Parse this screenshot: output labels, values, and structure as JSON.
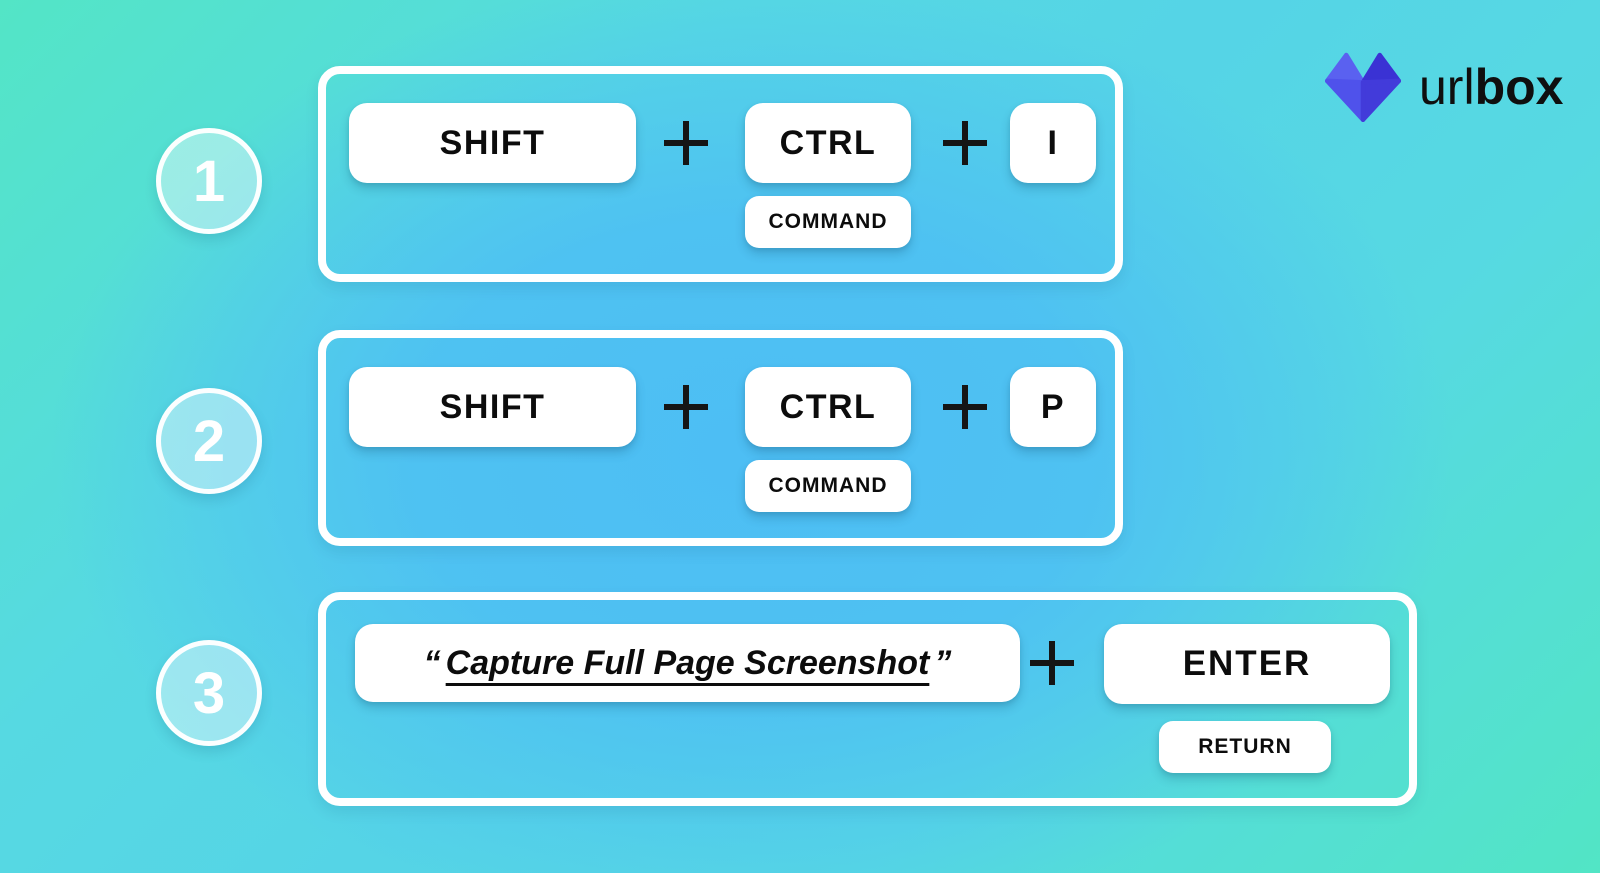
{
  "background": {
    "mint": "#53e5c6",
    "cyan": "#56d9e2",
    "blue": "#4dbef4"
  },
  "logo": {
    "text_light": "url",
    "text_bold": "box",
    "mark_colors": {
      "top_left": "#5a61f0",
      "top_right": "#3a32d4",
      "bottom_left": "#4f52eb",
      "bottom_right": "#423bda"
    }
  },
  "steps": [
    {
      "number": "1",
      "primary_key": "SHIFT",
      "secondary_key": "CTRL",
      "secondary_alt_key": "COMMAND",
      "letter_key": "I"
    },
    {
      "number": "2",
      "primary_key": "SHIFT",
      "secondary_key": "CTRL",
      "secondary_alt_key": "COMMAND",
      "letter_key": "P"
    },
    {
      "number": "3",
      "quote_open": "“",
      "phrase": "Capture Full Page Screenshot",
      "quote_close": "”",
      "action_key": "ENTER",
      "action_alt_key": "RETURN"
    }
  ]
}
